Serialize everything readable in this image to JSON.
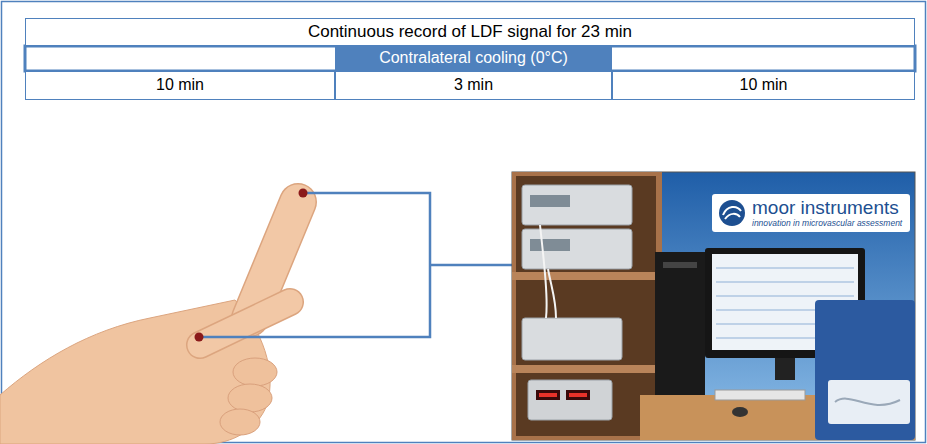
{
  "diagram": {
    "nodes": [
      {
        "text": [
          "Continuous record of LDF signal for 23 min"
        ]
      },
      {
        "text": [
          "Contralateral cooling (0°C)"
        ]
      },
      {
        "text": [
          "10 min"
        ]
      },
      {
        "text": [
          "3 min"
        ]
      },
      {
        "text": [
          "10 min"
        ]
      }
    ],
    "labels": [
      "moor instruments",
      "innovation in microvascular assessment"
    ]
  }
}
